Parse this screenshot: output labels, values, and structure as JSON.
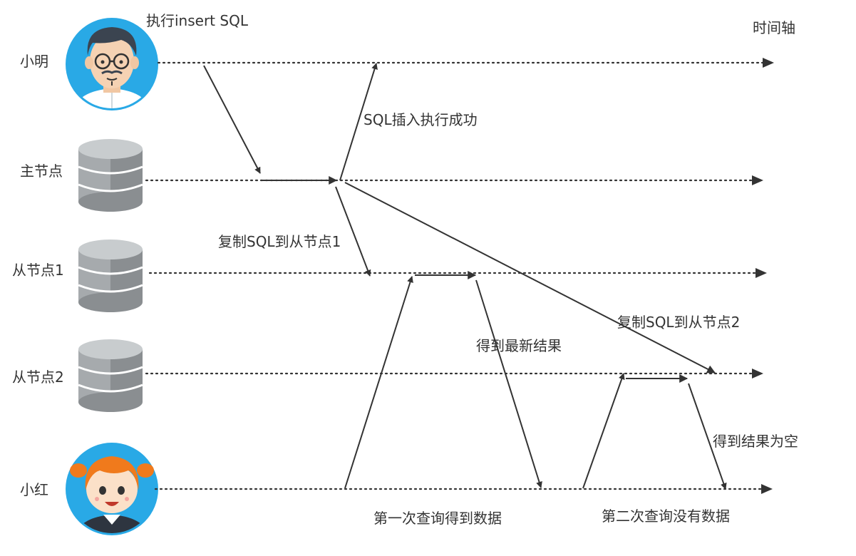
{
  "diagram": {
    "actors": {
      "xiaoming": "小明",
      "master": "主节点",
      "slave1": "从节点1",
      "slave2": "从节点2",
      "xiaohong": "小红"
    },
    "time_axis": "时间轴",
    "annotations": {
      "exec_insert": "执行insert SQL",
      "insert_success": "SQL插入执行成功",
      "replicate_slave1": "复制SQL到从节点1",
      "replicate_slave2": "复制SQL到从节点2",
      "latest_result": "得到最新结果",
      "empty_result": "得到结果为空",
      "first_query": "第一次查询得到数据",
      "second_query": "第二次查询没有数据"
    },
    "colors": {
      "line": "#333333",
      "avatar_bg": "#29a9e6",
      "db_body": "#a6aaad",
      "db_dark": "#8a8e91",
      "db_top": "#c8ccce"
    },
    "icons": [
      "boy-avatar-icon",
      "database-icon",
      "database-icon",
      "database-icon",
      "girl-avatar-icon"
    ]
  }
}
